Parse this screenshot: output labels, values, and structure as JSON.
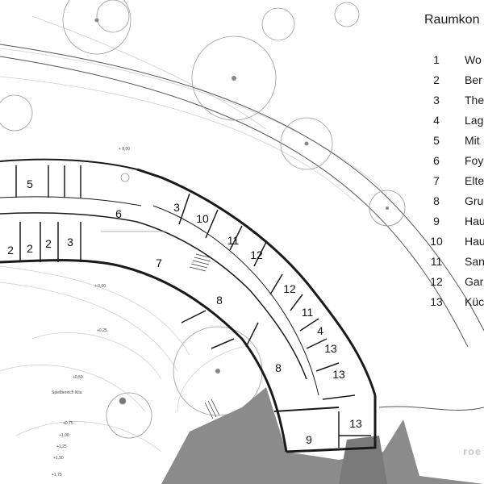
{
  "legend": {
    "title": "Raumkon",
    "items": [
      {
        "number": "1",
        "name": "Wo"
      },
      {
        "number": "2",
        "name": "Ber"
      },
      {
        "number": "3",
        "name": "The"
      },
      {
        "number": "4",
        "name": "Lag"
      },
      {
        "number": "5",
        "name": "Mit"
      },
      {
        "number": "6",
        "name": "Foy"
      },
      {
        "number": "7",
        "name": "Elte"
      },
      {
        "number": "8",
        "name": "Gru"
      },
      {
        "number": "9",
        "name": "Hau"
      },
      {
        "number": "10",
        "name": "Hau"
      },
      {
        "number": "11",
        "name": "San"
      },
      {
        "number": "12",
        "name": "Gar"
      },
      {
        "number": "13",
        "name": "Küc"
      }
    ]
  },
  "room_labels": [
    "5",
    "2",
    "2",
    "2",
    "3",
    "6",
    "3",
    "10",
    "11",
    "12",
    "7",
    "12",
    "8",
    "11",
    "4",
    "13",
    "8",
    "13",
    "13",
    "9"
  ],
  "elevations": [
    "+ 0,00",
    "+ 0,00",
    "+0,25",
    "+0,50",
    "+0,75",
    "+1,00",
    "+1,25",
    "+1,50",
    "+1,75"
  ],
  "site_note": "Spielbereich Kita",
  "watermark": "roe"
}
